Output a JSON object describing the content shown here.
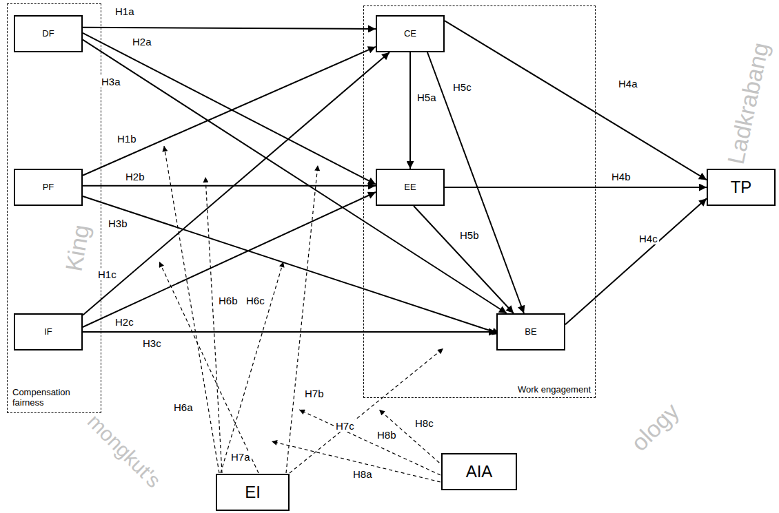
{
  "diagram": {
    "nodes": [
      {
        "text": [
          "Compensation fairness"
        ]
      },
      {
        "text": [
          "DF"
        ],
        "in": 0
      },
      {
        "text": [
          "PF"
        ],
        "in": 0
      },
      {
        "text": [
          "IF"
        ],
        "in": 0
      },
      {
        "text": [
          "Work engagement"
        ]
      },
      {
        "text": [
          "CE"
        ],
        "in": 4
      },
      {
        "text": [
          "EE"
        ],
        "in": 4
      },
      {
        "text": [
          "BE"
        ],
        "in": 4
      },
      {
        "text": [
          "TP"
        ]
      },
      {
        "text": [
          "AIA"
        ]
      },
      {
        "text": [
          "EI"
        ]
      }
    ],
    "edges": [
      {
        "from": 1,
        "to": 5,
        "label": "H1a",
        "arrow": "to"
      },
      {
        "from": 1,
        "to": 6,
        "label": "H2a",
        "arrow": "to"
      },
      {
        "from": 1,
        "to": 7,
        "label": "H3a",
        "arrow": "to"
      },
      {
        "from": 2,
        "to": 5,
        "label": "H1b",
        "arrow": "to"
      },
      {
        "from": 2,
        "to": 6,
        "label": "H2b",
        "arrow": "to"
      },
      {
        "from": 2,
        "to": 7,
        "label": "H3b",
        "arrow": "to"
      },
      {
        "from": 3,
        "to": 5,
        "label": "H1c",
        "arrow": "to"
      },
      {
        "from": 3,
        "to": 6,
        "label": "H2c",
        "arrow": "to"
      },
      {
        "from": 3,
        "to": 7,
        "label": "H3c",
        "arrow": "to"
      },
      {
        "from": 5,
        "to": 8,
        "label": "H4a",
        "arrow": "to"
      },
      {
        "from": 6,
        "to": 8,
        "label": "H4b",
        "arrow": "to"
      },
      {
        "from": 7,
        "to": 8,
        "label": "H4c",
        "arrow": "to"
      },
      {
        "from": 5,
        "to": 6,
        "label": "H5a",
        "arrow": "to"
      },
      {
        "from": 6,
        "to": 7,
        "label": "H5b",
        "arrow": "to"
      },
      {
        "from": 5,
        "to": 7,
        "label": "H5c",
        "arrow": "to"
      }
    ],
    "labels": [
      "H6a",
      "H6b",
      "H6c",
      "H7a",
      "H7b",
      "H7c",
      "H8a",
      "H8b",
      "H8c",
      "King",
      "mongkut's",
      "ology",
      "Ladkrabang"
    ]
  }
}
